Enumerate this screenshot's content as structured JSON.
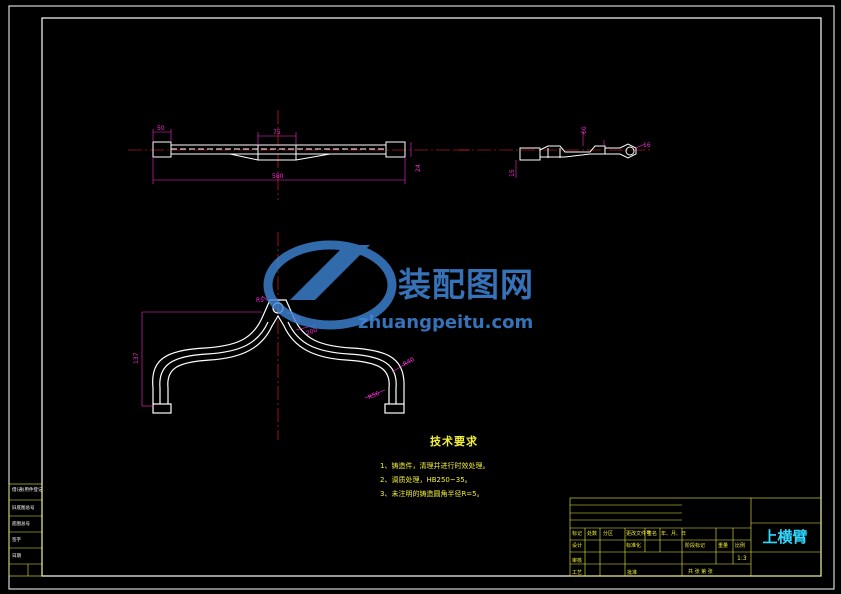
{
  "drawing": {
    "part_name": "上横臂",
    "scale": "1:3",
    "colors": {
      "background": "#000000",
      "frame": "#ffffff",
      "title_block": "#f2ef3a",
      "dimension": "#ff2bd6",
      "centerline": "#ff2020",
      "part_name": "#2fd9ff",
      "watermark": "#3f86d8"
    }
  },
  "watermark": {
    "brand_cn": "装配图网",
    "url": "zhuangpeitu.com"
  },
  "technical_requirements": {
    "title": "技术要求",
    "items": [
      "1、铸造件，清理并进行时效处理。",
      "2、调质处理，HB250~35。",
      "3、未注明的铸造圆角半径R=5。"
    ]
  },
  "dimensions": {
    "top_view": [
      "50",
      "75",
      "580",
      "24"
    ],
    "side_view": [
      "15",
      "60",
      "16"
    ],
    "plan_view": [
      "R5",
      "30",
      "200",
      "137",
      "R40",
      "R56"
    ]
  },
  "title_block": {
    "row1": [
      "标记",
      "处数",
      "分区",
      "更改文件号",
      "签名",
      "年、月、日"
    ],
    "design": "设计",
    "standardization": "标准化",
    "review": "审核",
    "process": "工艺",
    "approve": "批准",
    "stage_marks": "阶段标记",
    "weight": "重量",
    "scale_label": "比例",
    "sheets": "共 张 第 张"
  },
  "left_stamp": [
    "借(通)用件登记",
    "旧底图总号",
    "底图总号",
    "签字",
    "日期"
  ]
}
